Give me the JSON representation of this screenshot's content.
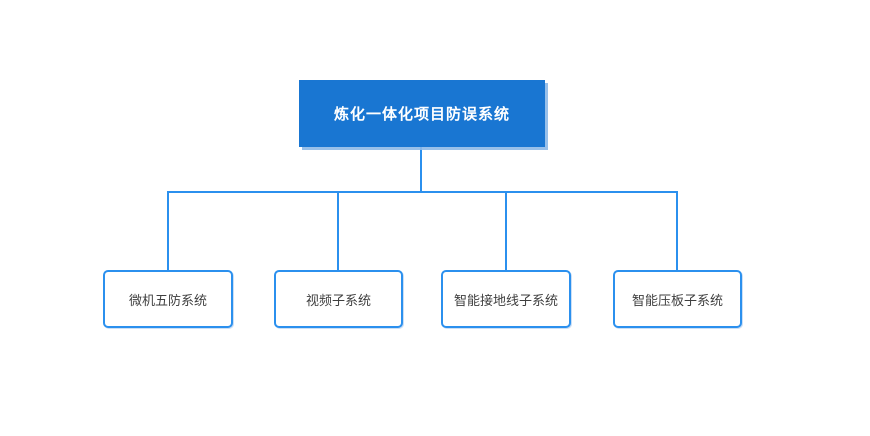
{
  "diagram": {
    "type": "org-chart",
    "root": {
      "label": "炼化一体化项目防误系统"
    },
    "children": [
      {
        "label": "微机五防系统"
      },
      {
        "label": "视频子系统"
      },
      {
        "label": "智能接地线子系统"
      },
      {
        "label": "智能压板子系统"
      }
    ],
    "colors": {
      "background": "#ffffff",
      "root_fill": "#1976d2",
      "root_text": "#ffffff",
      "connector": "#2b90ee",
      "child_border": "#2b90ee",
      "child_text": "#3f3f3f"
    }
  }
}
